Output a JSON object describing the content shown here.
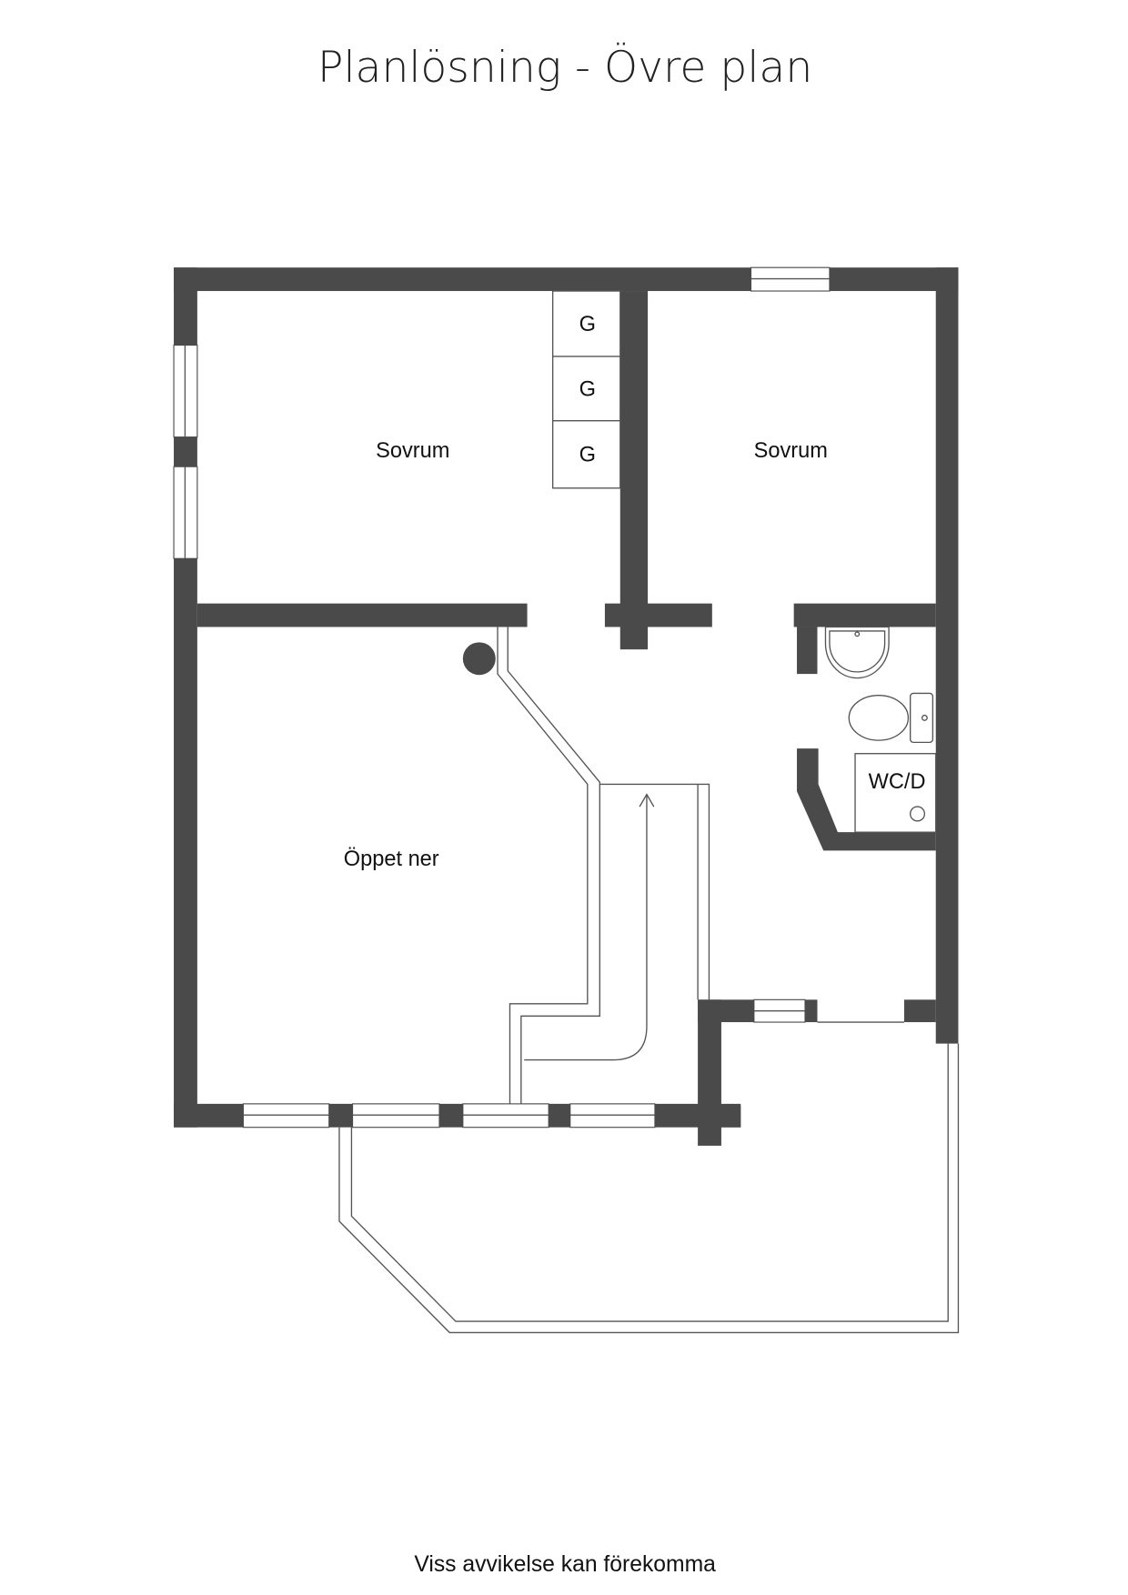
{
  "title": "Planlösning - Övre plan",
  "rooms": {
    "bedroom_left": "Sovrum",
    "bedroom_right": "Sovrum",
    "open_below": "Öppet ner",
    "wc": "WC/D",
    "closets": [
      "G",
      "G",
      "G"
    ]
  },
  "footer": "Viss avvikelse kan förekomma",
  "colors": {
    "wall": "#4a4a4a"
  }
}
